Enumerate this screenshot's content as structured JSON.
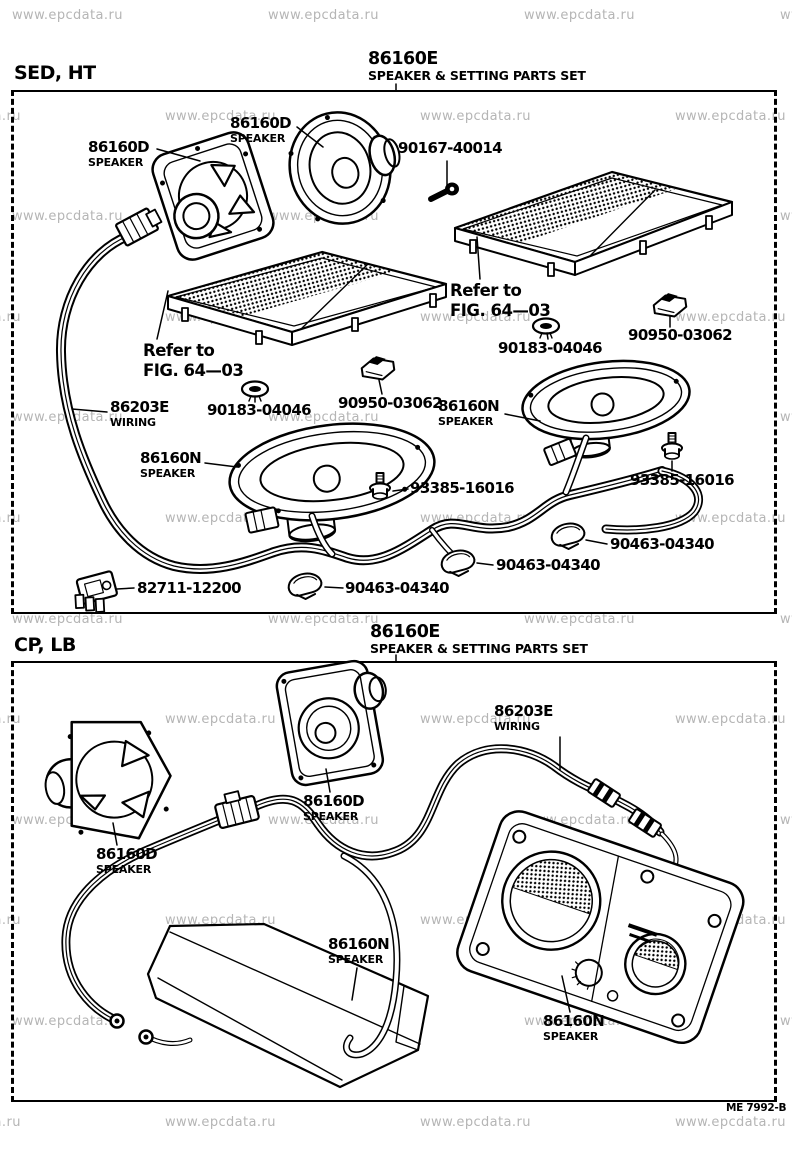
{
  "watermark": {
    "text": "www.epcdata.ru",
    "color": "#b5b5b5"
  },
  "footer": {
    "drawing_code": "ME 7992-B"
  },
  "sections": [
    {
      "variant": "SED, HT",
      "set": {
        "number": "86160E",
        "description": "SPEAKER & SETTING PARTS SET"
      },
      "labels": {
        "speaker_front_left": {
          "number": "86160D",
          "name": "SPEAKER"
        },
        "speaker_front_center": {
          "number": "86160D",
          "name": "SPEAKER"
        },
        "screw": {
          "number": "90167-40014"
        },
        "refer_note_right": {
          "line1": "Refer to",
          "line2": "FIG. 64—03"
        },
        "refer_note_left": {
          "line1": "Refer to",
          "line2": "FIG. 64—03"
        },
        "grommet_right": {
          "number": "90183-04046"
        },
        "spring_nut_right": {
          "number": "90950-03062"
        },
        "speaker_rear_right": {
          "number": "86160N",
          "name": "SPEAKER"
        },
        "wiring": {
          "number": "86203E",
          "name": "WIRING"
        },
        "grommet_left": {
          "number": "90183-04046"
        },
        "spring_nut_left": {
          "number": "90950-03062"
        },
        "speaker_rear_left": {
          "number": "86160N",
          "name": "SPEAKER"
        },
        "bolt_left": {
          "number": "93385-16016"
        },
        "bolt_right": {
          "number": "93385-16016"
        },
        "wire_clamp_right": {
          "number": "90463-04340"
        },
        "wire_clamp_center": {
          "number": "90463-04340"
        },
        "wire_clamp_left": {
          "number": "90463-04340"
        },
        "protector": {
          "number": "82711-12200"
        }
      }
    },
    {
      "variant": "CP, LB",
      "set": {
        "number": "86160E",
        "description": "SPEAKER & SETTING PARTS SET"
      },
      "labels": {
        "wiring": {
          "number": "86203E",
          "name": "WIRING"
        },
        "speaker_front_center": {
          "number": "86160D",
          "name": "SPEAKER"
        },
        "speaker_front_left": {
          "number": "86160D",
          "name": "SPEAKER"
        },
        "speaker_rear_left": {
          "number": "86160N",
          "name": "SPEAKER"
        },
        "speaker_rear_right": {
          "number": "86160N",
          "name": "SPEAKER"
        }
      }
    }
  ]
}
